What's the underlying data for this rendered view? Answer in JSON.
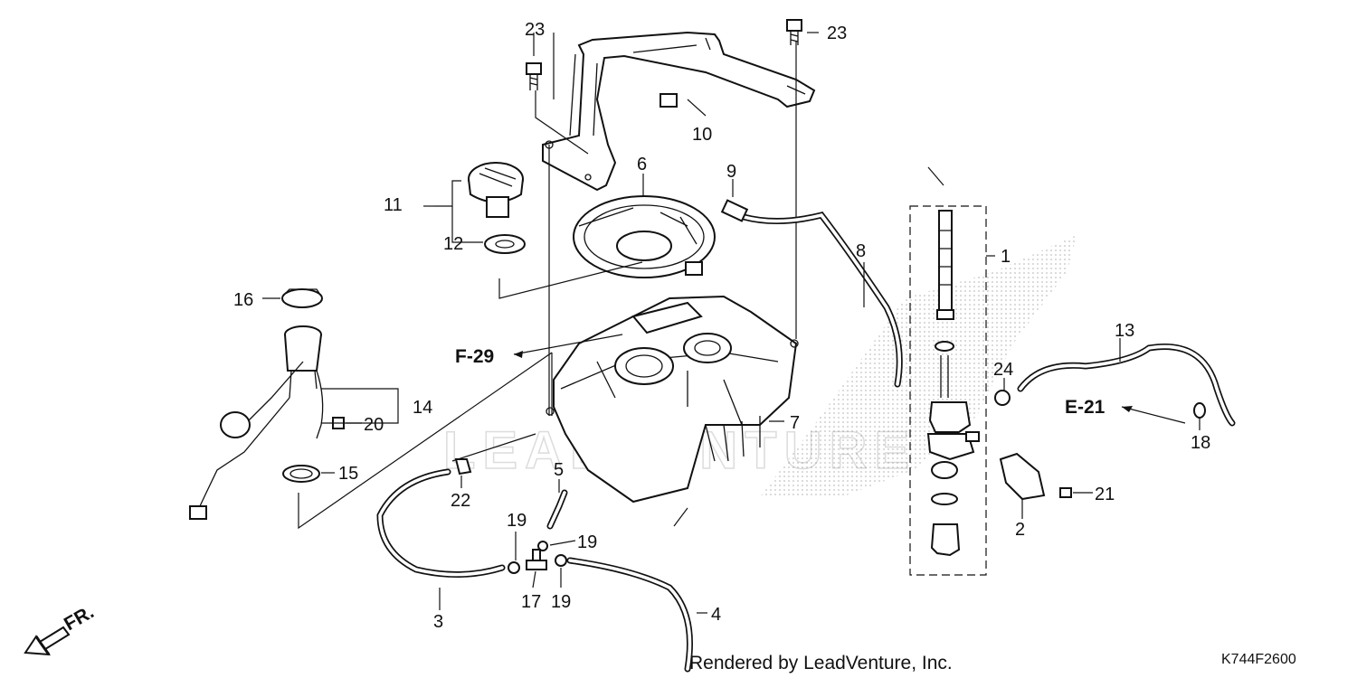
{
  "diagram": {
    "callouts": [
      {
        "id": "c1",
        "text": "1"
      },
      {
        "id": "c2",
        "text": "2"
      },
      {
        "id": "c3",
        "text": "3"
      },
      {
        "id": "c4",
        "text": "4"
      },
      {
        "id": "c5",
        "text": "5"
      },
      {
        "id": "c6",
        "text": "6"
      },
      {
        "id": "c7",
        "text": "7"
      },
      {
        "id": "c8",
        "text": "8"
      },
      {
        "id": "c9",
        "text": "9"
      },
      {
        "id": "c10",
        "text": "10"
      },
      {
        "id": "c11",
        "text": "11"
      },
      {
        "id": "c12",
        "text": "12"
      },
      {
        "id": "c13",
        "text": "13"
      },
      {
        "id": "c14",
        "text": "14"
      },
      {
        "id": "c15",
        "text": "15"
      },
      {
        "id": "c16",
        "text": "16"
      },
      {
        "id": "c17",
        "text": "17"
      },
      {
        "id": "c18",
        "text": "18"
      },
      {
        "id": "c19a",
        "text": "19"
      },
      {
        "id": "c19b",
        "text": "19"
      },
      {
        "id": "c19c",
        "text": "19"
      },
      {
        "id": "c20",
        "text": "20"
      },
      {
        "id": "c21",
        "text": "21"
      },
      {
        "id": "c22",
        "text": "22"
      },
      {
        "id": "c23a",
        "text": "23"
      },
      {
        "id": "c23b",
        "text": "23"
      },
      {
        "id": "c24",
        "text": "24"
      }
    ],
    "references": {
      "f29": "F-29",
      "e21": "E-21"
    },
    "direction_label": "FR.",
    "watermark": "LEADVENTURE",
    "footer_text": "Rendered by LeadVenture, Inc.",
    "drawing_code": "K744F2600"
  }
}
